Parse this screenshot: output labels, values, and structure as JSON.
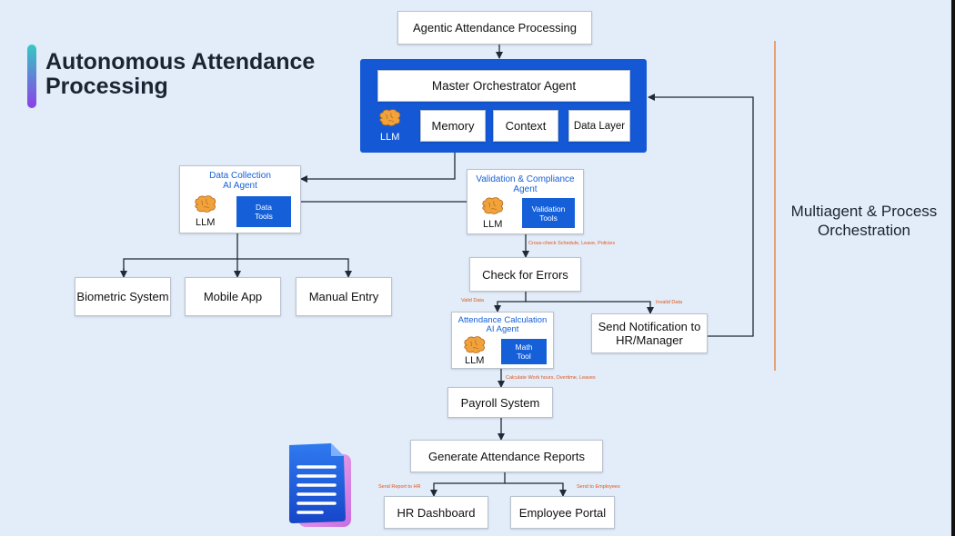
{
  "title": {
    "line1": "Autonomous Attendance",
    "line2": "Processing"
  },
  "side_label": {
    "line1": "Multiagent & Process",
    "line2": "Orchestration"
  },
  "top_node": "Agentic Attendance Processing",
  "master": {
    "title": "Master Orchestrator Agent",
    "llm": "LLM",
    "modules": [
      "Memory",
      "Context",
      "Data Layer"
    ]
  },
  "data_collection": {
    "title_line1": "Data Collection",
    "title_line2": "AI Agent",
    "llm": "LLM",
    "tool_line1": "Data",
    "tool_line2": "Tools"
  },
  "validation": {
    "title_line1": "Validation & Compliance",
    "title_line2": "Agent",
    "llm": "LLM",
    "tool_line1": "Validation",
    "tool_line2": "Tools"
  },
  "calculation": {
    "title_line1": "Attendance Calculation",
    "title_line2": "AI Agent",
    "llm": "LLM",
    "tool_line1": "Math",
    "tool_line2": "Tool"
  },
  "sources": [
    "Biometric System",
    "Mobile App",
    "Manual Entry"
  ],
  "check_errors": "Check for Errors",
  "notification": {
    "line1": "Send Notification to",
    "line2": "HR/Manager"
  },
  "payroll": "Payroll System",
  "reports": "Generate Attendance Reports",
  "outputs": [
    "HR Dashboard",
    "Employee Portal"
  ],
  "edge_labels": {
    "crosscheck": "Cross-check Schedule, Leave, Policies",
    "valid": "Valid Data",
    "invalid": "Invalid Data",
    "calculate": "Calculate Work hours, Overtime, Leaves",
    "send_hr": "Send Report to HR",
    "send_emp": "Send to Employees"
  },
  "colors": {
    "background": "#e3edf9",
    "accent": "#1458d6",
    "edge_label": "#e0541a",
    "divider": "#e8874a"
  },
  "icons": {
    "brain": "brain-icon",
    "document": "document-icon"
  }
}
